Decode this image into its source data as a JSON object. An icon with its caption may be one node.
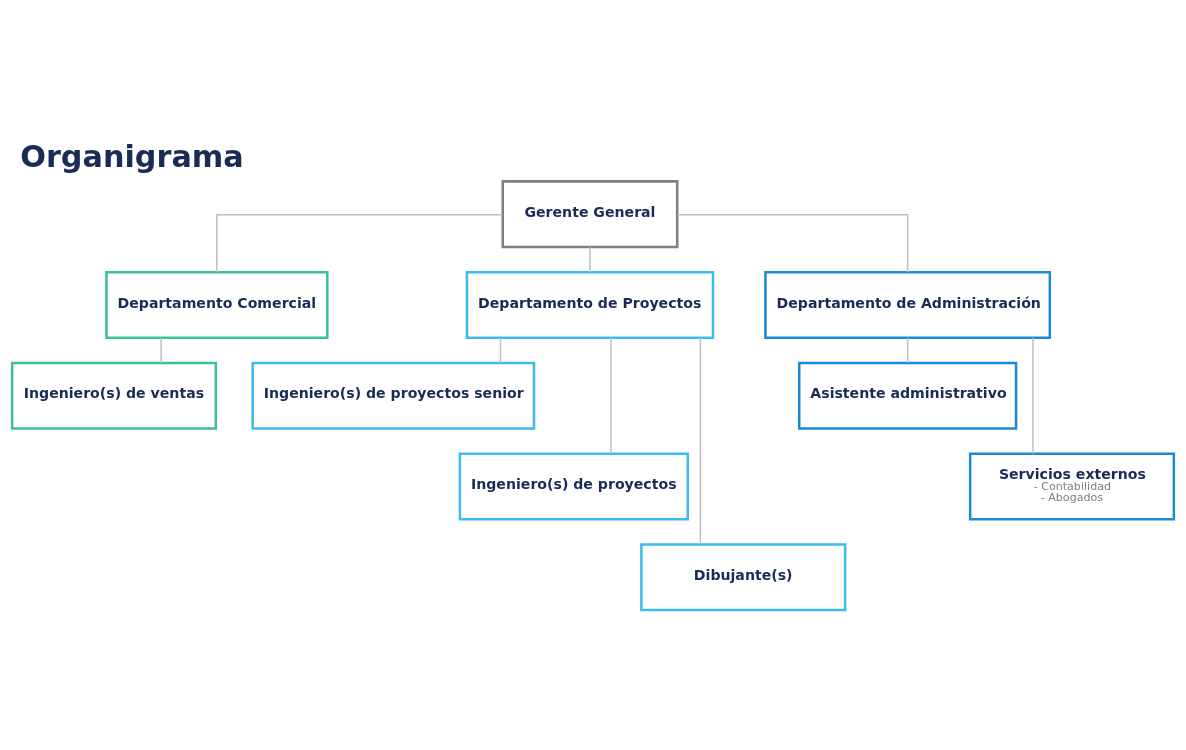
{
  "diagram": {
    "title": "Organigrama",
    "nodes": [
      {
        "text": [
          "Gerente General"
        ]
      },
      {
        "text": [
          "Departamento Comercial"
        ]
      },
      {
        "text": [
          "Ingeniero(s) de ventas"
        ]
      },
      {
        "text": [
          "Departamento de Proyectos"
        ]
      },
      {
        "text": [
          "Ingeniero(s) de proyectos senior"
        ]
      },
      {
        "text": [
          "Ingeniero(s) de proyectos"
        ]
      },
      {
        "text": [
          "Dibujante(s)"
        ]
      },
      {
        "text": [
          "Departamento de Administración"
        ]
      },
      {
        "text": [
          "Asistente administrativo"
        ]
      },
      {
        "text": [
          "Servicios externos",
          "- Contabilidad",
          "- Abogados"
        ]
      }
    ],
    "edges": [
      {
        "from": 0,
        "to": 1,
        "arrow": "none"
      },
      {
        "from": 0,
        "to": 3,
        "arrow": "none"
      },
      {
        "from": 0,
        "to": 7,
        "arrow": "none"
      },
      {
        "from": 1,
        "to": 2,
        "arrow": "none"
      },
      {
        "from": 3,
        "to": 4,
        "arrow": "none"
      },
      {
        "from": 3,
        "to": 5,
        "arrow": "none"
      },
      {
        "from": 3,
        "to": 6,
        "arrow": "none"
      },
      {
        "from": 7,
        "to": 8,
        "arrow": "none"
      },
      {
        "from": 7,
        "to": 9,
        "arrow": "none"
      }
    ]
  }
}
